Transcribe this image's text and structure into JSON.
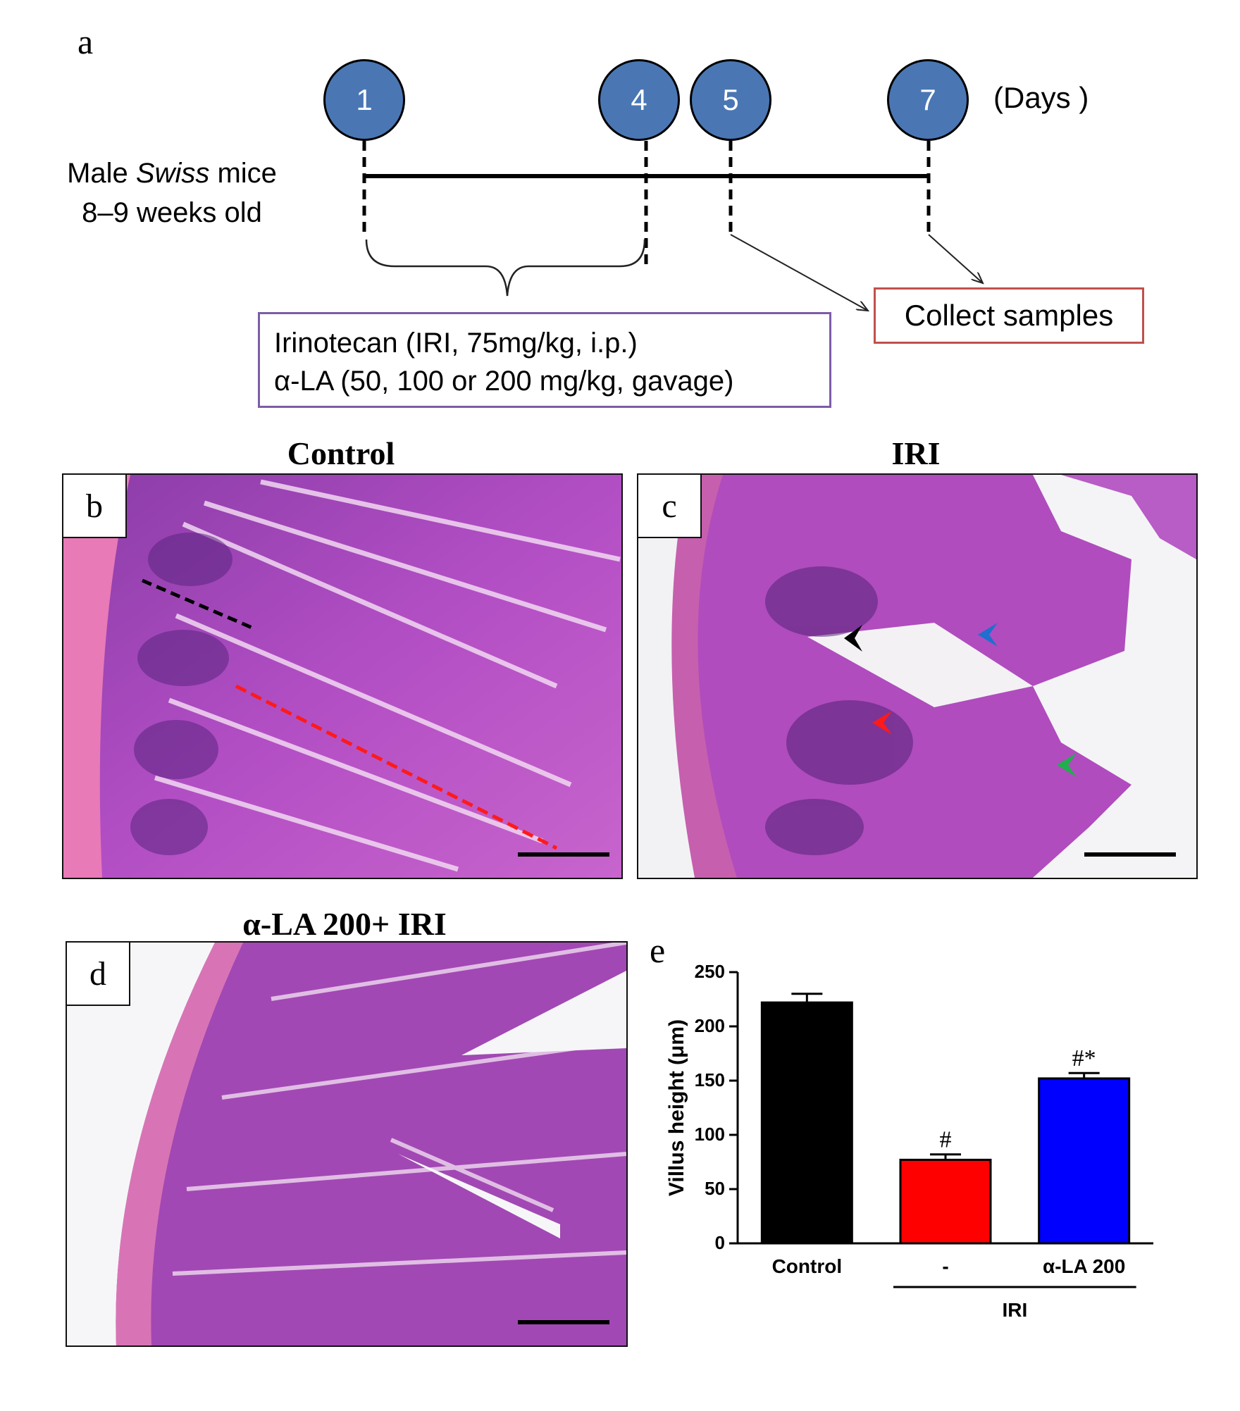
{
  "panel_a": {
    "letter": "a",
    "days": [
      "1",
      "4",
      "5",
      "7"
    ],
    "days_label": "(Days )",
    "subject_line1_pre": "Male ",
    "subject_line1_italic": "Swiss",
    "subject_line1_post": " mice",
    "subject_line2": "8–9 weeks old",
    "treatment_line1": "Irinotecan (IRI, 75mg/kg, i.p.)",
    "treatment_line2": "α-LA (50, 100 or 200 mg/kg, gavage)",
    "collect_label": "Collect samples",
    "colors": {
      "day_circle": "#4a77b4",
      "treatment_border": "#7d5ca8",
      "collect_border": "#c0504d"
    }
  },
  "panel_b": {
    "letter": "b",
    "title": "Control"
  },
  "panel_c": {
    "letter": "c",
    "title": "IRI"
  },
  "panel_d": {
    "letter": "d",
    "title": "α-LA  200+ IRI"
  },
  "panel_e": {
    "letter": "e"
  },
  "chart_data": {
    "type": "bar",
    "categories": [
      "Control",
      "-",
      "α-LA 200"
    ],
    "values": [
      222,
      77,
      152
    ],
    "errors": [
      8,
      5,
      5
    ],
    "annotations": [
      "",
      "#",
      "#*"
    ],
    "colors": [
      "#000000",
      "#ff0000",
      "#0000ff"
    ],
    "ylabel": "Villus height (μm)",
    "group_label": "IRI",
    "ylim": [
      0,
      250
    ],
    "yticks": [
      0,
      50,
      100,
      150,
      200,
      250
    ],
    "grid": false
  }
}
